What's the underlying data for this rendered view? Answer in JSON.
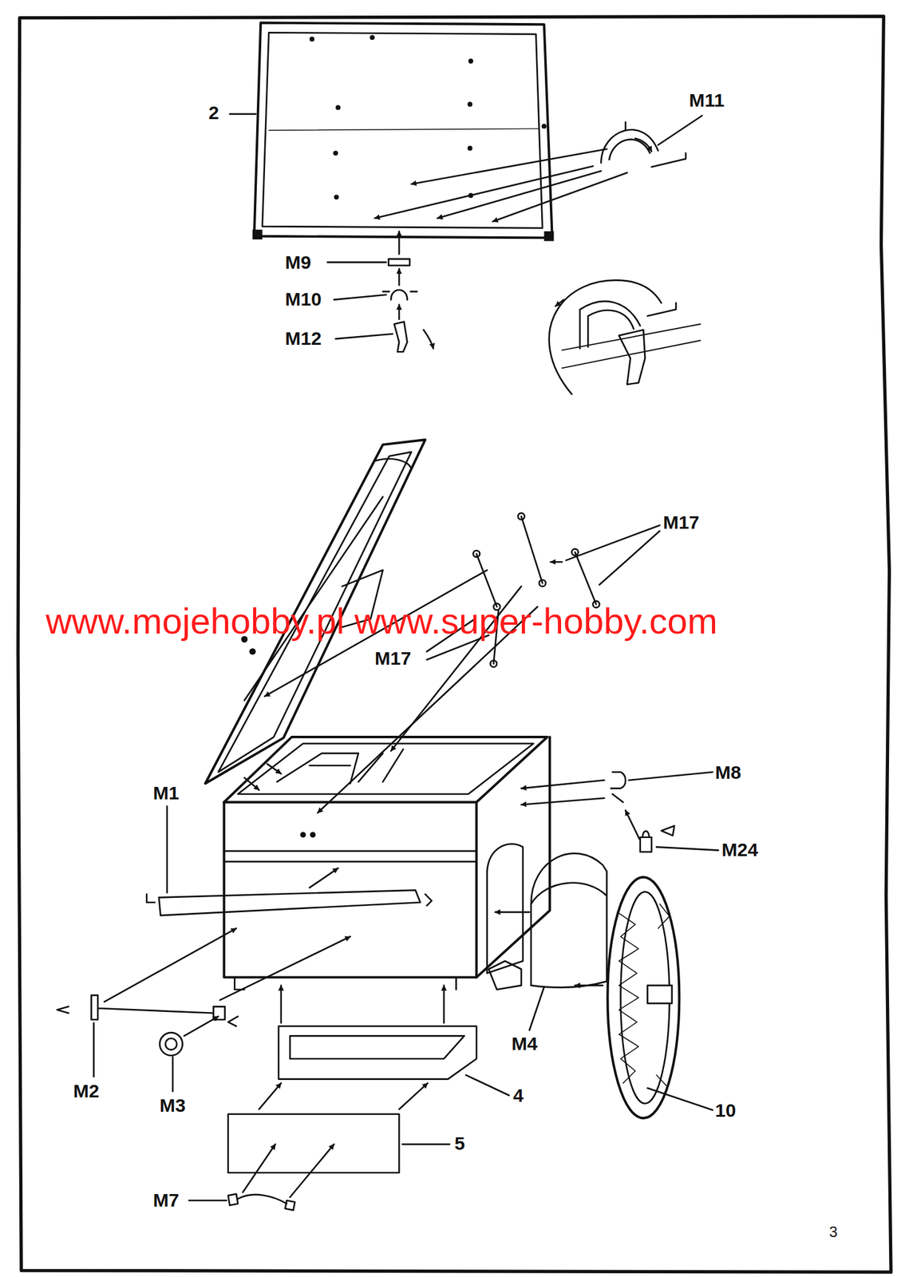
{
  "diagram": {
    "labels": [
      "2",
      "M11",
      "M9",
      "M10",
      "M12",
      "M17",
      "www.mojehobby.pl www.super-hobby.com",
      "M17",
      "M8",
      "M1",
      "M24",
      "M4",
      "M2",
      "M3",
      "4",
      "10",
      "5",
      "M7",
      "3"
    ]
  }
}
